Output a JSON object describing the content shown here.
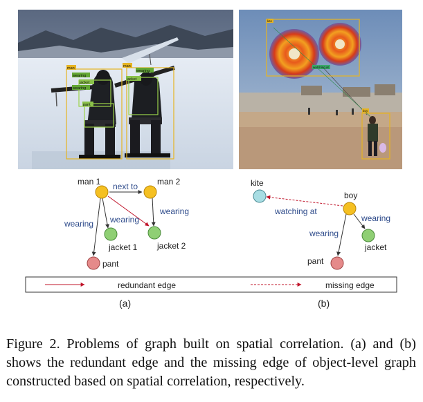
{
  "figure_a": {
    "photo_tags": [
      "man",
      "wearing",
      "jacket",
      "wearing",
      "pant",
      "man",
      "wearing",
      "jacket"
    ],
    "graph": {
      "nodes": [
        {
          "id": "man1",
          "label": "man 1",
          "color": "#f5c022"
        },
        {
          "id": "man2",
          "label": "man 2",
          "color": "#f5c022"
        },
        {
          "id": "jacket1",
          "label": "jacket 1",
          "color": "#8fcf74"
        },
        {
          "id": "jacket2",
          "label": "jacket 2",
          "color": "#8fcf74"
        },
        {
          "id": "pant",
          "label": "pant",
          "color": "#e58a8a"
        }
      ],
      "edges": [
        {
          "label": "next to"
        },
        {
          "label": "wearing"
        },
        {
          "label": "wearing"
        },
        {
          "label": "wearing"
        }
      ]
    },
    "panel_label": "(a)"
  },
  "figure_b": {
    "photo_tags": [
      "kite",
      "watching at",
      "boy"
    ],
    "graph": {
      "nodes": [
        {
          "id": "kite",
          "label": "kite",
          "color": "#a8dde3"
        },
        {
          "id": "boy",
          "label": "boy",
          "color": "#f5c022"
        },
        {
          "id": "jacket",
          "label": "jacket",
          "color": "#8fcf74"
        },
        {
          "id": "pant",
          "label": "pant",
          "color": "#e58a8a"
        }
      ],
      "edges": [
        {
          "label": "watching at"
        },
        {
          "label": "wearing"
        },
        {
          "label": "wearing"
        }
      ]
    },
    "panel_label": "(b)"
  },
  "legend": {
    "redundant": "redundant edge",
    "missing": "missing edge"
  },
  "colors": {
    "edge": "#333333",
    "redundant_edge": "#c0142a",
    "edge_label": "#2d4a8a",
    "box": "#e6b422"
  },
  "caption": "Figure 2. Problems of graph built on spatial correlation. (a) and (b) shows the redundant edge and the missing edge of object-level graph constructed based on spatial correlation, respectively."
}
